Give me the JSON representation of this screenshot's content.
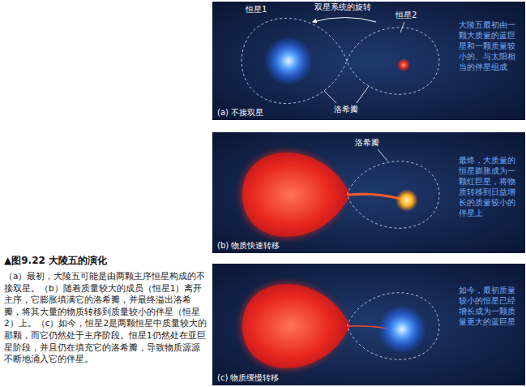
{
  "diagram": {
    "title": "▲图9.22 大陵五的演化",
    "caption": "（a）最初，大陵五可能是由两颗主序恒星构成的不接双星。（b）随着质量较大的成员（恒星1）离开主序，它膨胀填满它的洛希瓣，并最终溢出洛希瓣，将其大量的物质转移到质量较小的伴星（恒星2）上。（c）如今，恒星2是两颗恒星中质量较大的那颗，而它仍然处于主序阶段。恒星1仍然处在亚巨星阶段，并且仍在填充它的洛希瓣，导致物质源源不断地涌入它的伴星。",
    "nodes": [
      {
        "text": [
          "(a) 不接双星",
          "大陵五最初由一颗大质量的蓝巨星和一颗质量较小的、与太阳相当的伴星组成"
        ]
      },
      {
        "text": [
          "(b) 物质快速转移",
          "最终，大质量的恒星膨胀成为一颗红巨星，将物质转移到日益增长的质量较小的伴星上"
        ]
      },
      {
        "text": [
          "(c) 物质缓慢转移",
          "如今，最初质量较小的恒星已经增长成为一颗质量更大的蓝巨星"
        ]
      }
    ],
    "labels": [
      "恒星1",
      "双星系统的旋转",
      "恒星2",
      "洛希瓣",
      "洛希瓣"
    ]
  }
}
